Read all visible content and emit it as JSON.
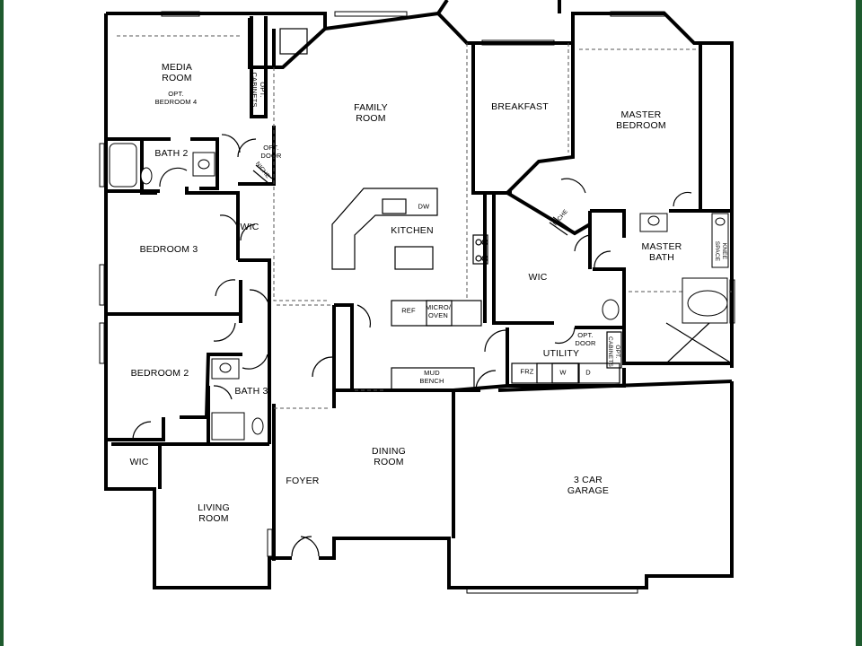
{
  "rooms": {
    "media_room": "MEDIA\nROOM",
    "opt_bedroom_4": "OPT.\nBEDROOM 4",
    "opt_cabinets_1": "OPT.\nCABINETS",
    "opt_door_1": "OPT.\nDOOR",
    "niche_1": "NICHE",
    "family_room": "FAMILY\nROOM",
    "breakfast": "BREAKFAST",
    "master_bedroom": "MASTER\nBEDROOM",
    "bath_2": "BATH 2",
    "wic_1": "WIC",
    "kitchen": "KITCHEN",
    "dw": "DW",
    "niche_2": "NICHE",
    "bedroom_3": "BEDROOM 3",
    "wic_2": "WIC",
    "master_bath": "MASTER\nBATH",
    "knee_space": "KNEE\nSPACE",
    "ref": "REF",
    "micro_oven": "MICRO/\nOVEN",
    "opt_door_2": "OPT.\nDOOR",
    "opt_cabinets_2": "OPT.\nCABINETS",
    "utility": "UTILITY",
    "frz": "FRZ",
    "w": "W",
    "d": "D",
    "bedroom_2": "BEDROOM 2",
    "mud_bench": "MUD\nBENCH",
    "bath_3": "BATH 3",
    "dining_room": "DINING\nROOM",
    "garage": "3 CAR\nGARAGE",
    "wic_3": "WIC",
    "foyer": "FOYER",
    "living_room": "LIVING\nROOM"
  },
  "colors": {
    "frame": "#1e5a2e",
    "wall": "#000000",
    "background": "#ffffff"
  }
}
